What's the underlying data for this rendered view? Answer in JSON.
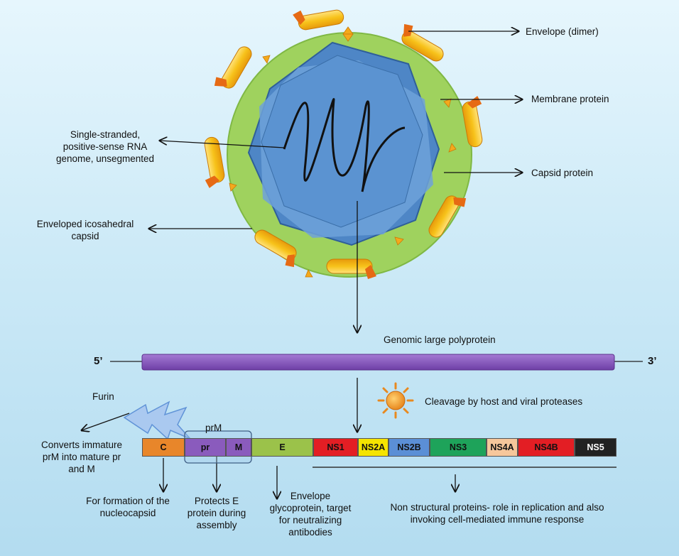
{
  "virion": {
    "envelope_label": "Envelope (dimer)",
    "membrane_label": "Membrane protein",
    "capsid_label": "Capsid protein",
    "genome_label": "Single-stranded,\npositive-sense RNA\ngenome, unsegmented",
    "capsid_type_label": "Enveloped icosahedral\ncapsid"
  },
  "polyprotein": {
    "title": "Genomic large polyprotein",
    "five_prime": "5’",
    "three_prime": "3’",
    "bar_color": "#8a5bbd"
  },
  "cleavage": {
    "label": "Cleavage by host and viral proteases",
    "sun_color": "#f5a623"
  },
  "furin": {
    "label": "Furin",
    "converts": "Converts immature\nprM into mature pr\nand M",
    "prm_label": "prM"
  },
  "segments": [
    {
      "label": "C",
      "color": "#e8862a"
    },
    {
      "label": "pr",
      "color": "#8a5bbd"
    },
    {
      "label": "M",
      "color": "#8a5bbd"
    },
    {
      "label": "E",
      "color": "#9bc24a"
    },
    {
      "label": "NS1",
      "color": "#e31e24"
    },
    {
      "label": "NS2A",
      "color": "#f5e400"
    },
    {
      "label": "NS2B",
      "color": "#5b8fd6"
    },
    {
      "label": "NS3",
      "color": "#1ea35a"
    },
    {
      "label": "NS4A",
      "color": "#f6c79b"
    },
    {
      "label": "NS4B",
      "color": "#e31e24"
    },
    {
      "label": "NS5",
      "color": "#222222"
    }
  ],
  "annotations": {
    "c_role": "For formation of the\nnucleocapsid",
    "pr_role": "Protects E\nprotein during\nassembly",
    "e_role": "Envelope\nglycoprotein, target\nfor neutralizing\nantibodies",
    "ns_role": "Non structural proteins- role in replication and also\ninvoking cell-mediated immune response"
  }
}
